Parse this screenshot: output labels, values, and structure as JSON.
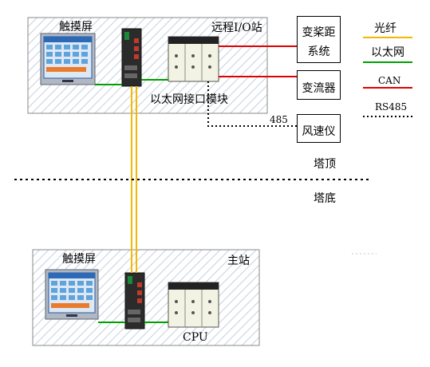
{
  "top_station": {
    "touchscreen_label": "触摸屏",
    "remote_io_label": "远程I/O站",
    "ethernet_module_label": "以太网接口模块"
  },
  "bottom_station": {
    "touchscreen_label": "触摸屏",
    "main_station_label": "主站",
    "cpu_label": "CPU"
  },
  "devices": {
    "pitch_system": {
      "line1": "变桨距",
      "line2": "系统"
    },
    "converter": "变流器",
    "anemometer": "风速仪"
  },
  "rs485_tag": "485",
  "levels": {
    "tower_top": "塔顶",
    "tower_bottom": "塔底"
  },
  "legend": [
    {
      "label": "光纤",
      "color": "#f5b800",
      "style": "solid"
    },
    {
      "label": "以太网",
      "color": "#00a000",
      "style": "solid"
    },
    {
      "label": "CAN",
      "color": "#e00000",
      "style": "solid"
    },
    {
      "label": "RS485",
      "color": "#000000",
      "style": "dotted"
    }
  ],
  "colors": {
    "fiber": "#f5b800",
    "ethernet": "#00a000",
    "can": "#e00000",
    "rs485": "#000000"
  }
}
